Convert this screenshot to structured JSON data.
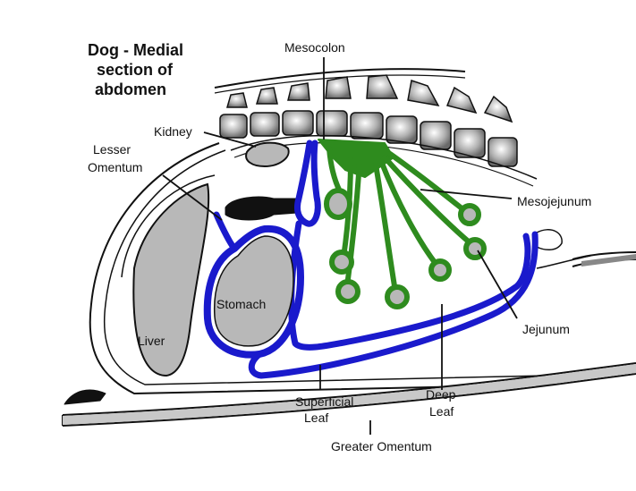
{
  "title": {
    "line1": "Dog - Medial",
    "line2": "section of",
    "line3": "abdomen"
  },
  "labels": {
    "mesocolon": "Mesocolon",
    "kidney": "Kidney",
    "lesser_omentum_1": "Lesser",
    "lesser_omentum_2": "Omentum",
    "mesojejunum": "Mesojejunum",
    "stomach": "Stomach",
    "liver": "Liver",
    "jejunum": "Jejunum",
    "superficial_leaf_1": "Superficial",
    "superficial_leaf_2": "Leaf",
    "deep_leaf_1": "Deep",
    "deep_leaf_2": "Leaf",
    "greater_omentum": "Greater Omentum"
  },
  "colors": {
    "omentum_blue": "#1a1acc",
    "mesentery_green": "#2e8b1e",
    "organ_gray": "#b8b8b8",
    "outline": "#111111"
  }
}
